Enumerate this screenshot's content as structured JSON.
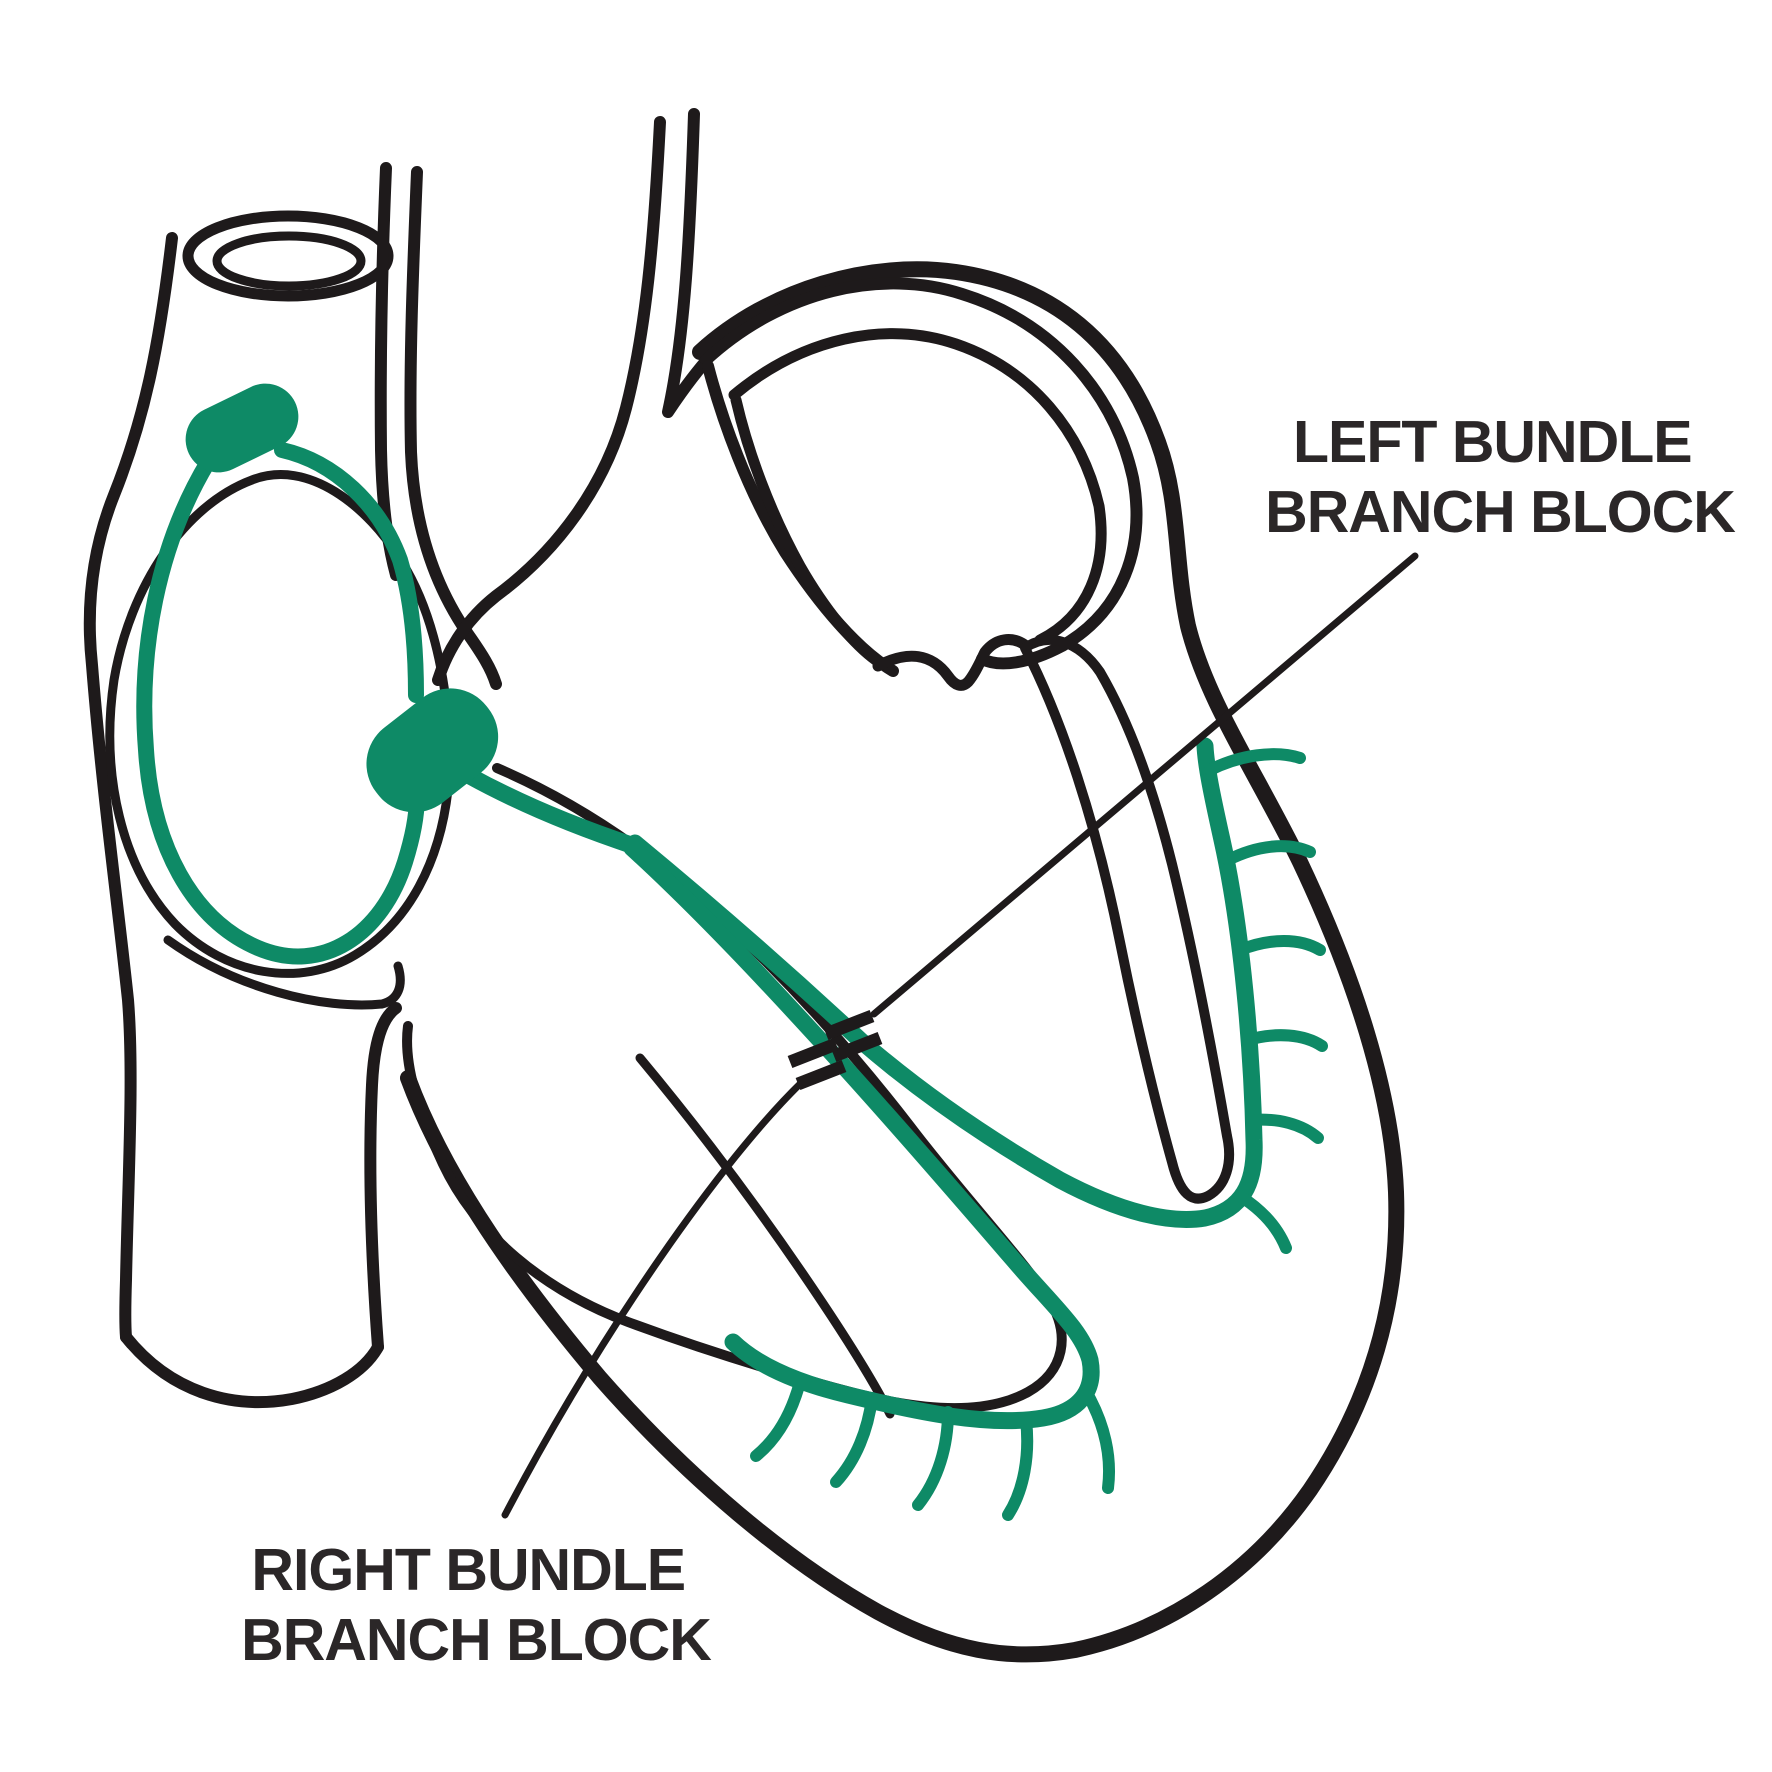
{
  "labels": {
    "lbbb": {
      "line1": "LEFT BUNDLE",
      "line2": "BRANCH BLOCK"
    },
    "rbbb": {
      "line1": "RIGHT BUNDLE",
      "line2": "BRANCH BLOCK"
    }
  },
  "colors": {
    "conduction_green": "#0E8A66",
    "outline_black": "#1E1A1B",
    "label_text": "#2B2728",
    "background": "#FFFFFF"
  }
}
